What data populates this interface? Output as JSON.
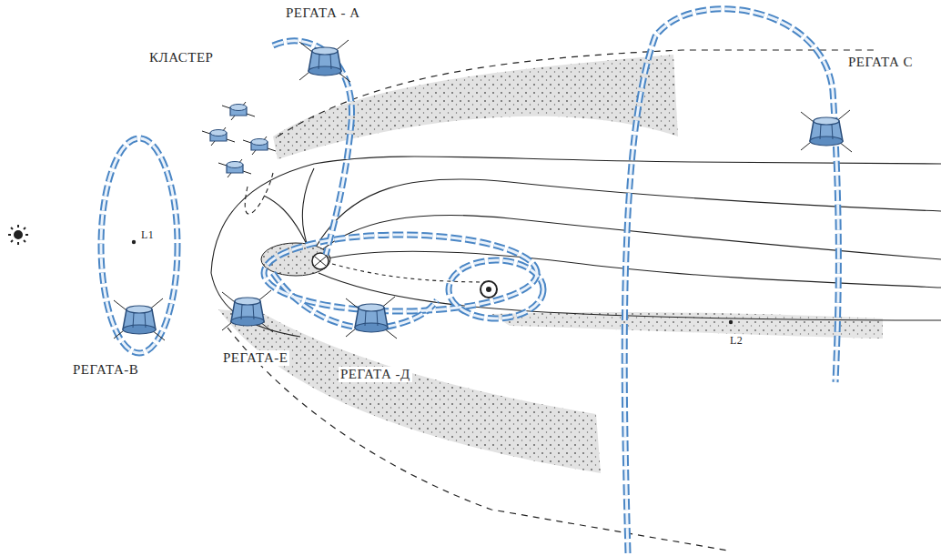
{
  "diagram": {
    "labels": [
      "РЕГАТА - А",
      "КЛАСТЕР",
      "РЕГАТА С",
      "L1",
      "РЕГАТА-В",
      "РЕГАТА-Е",
      "РЕГАТА -Д",
      "L2"
    ]
  }
}
